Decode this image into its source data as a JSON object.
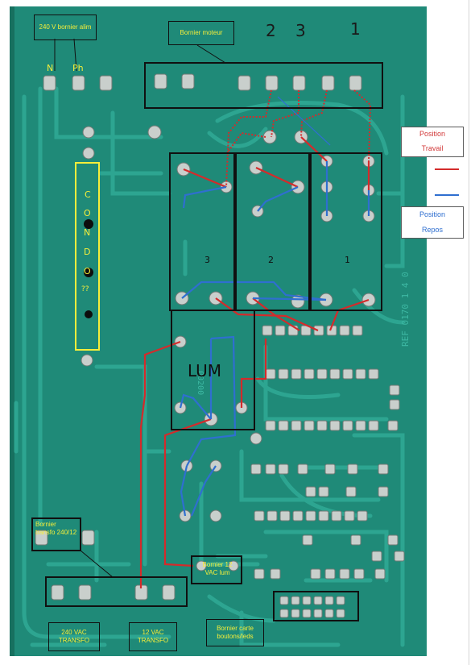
{
  "labels": {
    "bornier_alim": "240 V bornier alim",
    "bornier_moteur": "Bornier moteur",
    "n": "N",
    "ph": "Ph",
    "condo": [
      "C",
      "O",
      "N",
      "D",
      "O",
      "??"
    ],
    "bornier_transfo": "Bornier transfo 240/12",
    "vac240": "240 VAC TRANSFO",
    "vac12": "12 VAC TRANSFO",
    "bornier_12vac": "Bornier 12 VAC lum",
    "bornier_carte": "Bornier carte boutons/leds",
    "lum": "LUM"
  },
  "motor_numbers": [
    "2",
    "3",
    "1"
  ],
  "relay_numbers": [
    "3",
    "2",
    "1"
  ],
  "legend": {
    "travail_line1": "Position",
    "travail_line2": "Travail",
    "repos_line1": "Position",
    "repos_line2": "Repos"
  },
  "colors": {
    "board": "#1f8a78",
    "trace": "#2fa894",
    "wire_travail": "#d42b2b",
    "wire_repos": "#2f6fd0",
    "highlight": "#f6ee3a",
    "frame": "#101010"
  }
}
